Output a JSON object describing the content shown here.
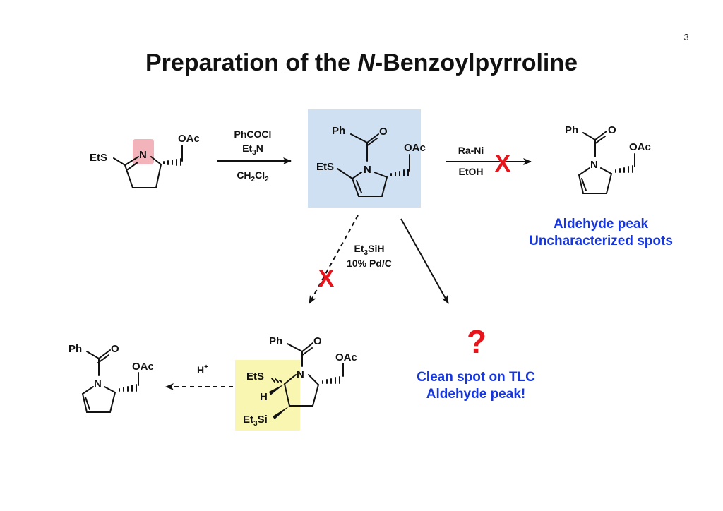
{
  "page_number": "3",
  "title": {
    "pre": "Preparation of the ",
    "italic": "N",
    "post": "-Benzoylpyrroline"
  },
  "atoms": {
    "ets": "EtS",
    "n": "N",
    "oac": "OAc",
    "ph": "Ph",
    "o": "O",
    "h": "H",
    "et3si_a": "Et",
    "et3si_sub": "3",
    "et3si_b": "Si"
  },
  "step1": {
    "r1": "PhCOCl",
    "r2_a": "Et",
    "r2_sub": "3",
    "r2_b": "N",
    "s_a": "CH",
    "s_sub1": "2",
    "s_b": "Cl",
    "s_sub2": "2"
  },
  "step2": {
    "r1": "Ra-Ni",
    "r2": "EtOH",
    "fail_mark": "X"
  },
  "step3": {
    "r1_a": "Et",
    "r1_sub": "3",
    "r1_b": "SiH",
    "r2": "10% Pd/C",
    "fail_mark": "X"
  },
  "step4": {
    "r1": "H",
    "r1_sup": "+"
  },
  "notes": {
    "raney": [
      "Aldehyde peak",
      "Uncharacterized spots"
    ],
    "unknown_mark": "?",
    "hydro": [
      "Clean spot on TLC",
      "Aldehyde peak!"
    ]
  },
  "colors": {
    "highlight_blue": "#cfe0f2",
    "highlight_pink": "#f3b3bb",
    "highlight_yellow": "#f8f6b0",
    "note_blue": "#1637e0",
    "red": "#e8141b"
  }
}
